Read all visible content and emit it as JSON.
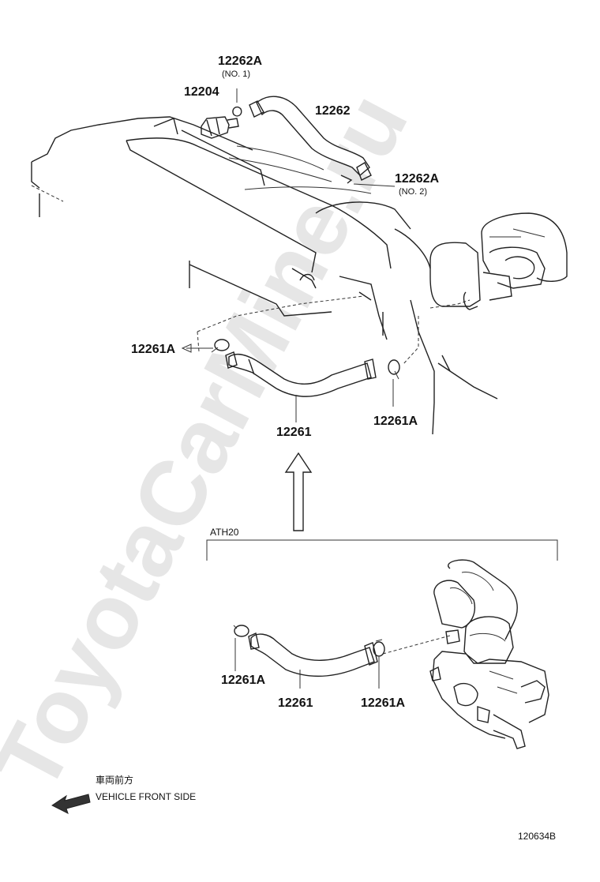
{
  "watermark": "ToyotaCarMine.ru",
  "labels": {
    "p12262a_no1": "12262A",
    "p12262a_no1_sub": "(NO. 1)",
    "p12204": "12204",
    "p12262": "12262",
    "p12262a_no2": "12262A",
    "p12262a_no2_sub": "(NO. 2)",
    "p12261a_left": "12261A",
    "p12261a_right": "12261A",
    "p12261_top": "12261",
    "variant": "ATH20",
    "p12261a_bl": "12261A",
    "p12261_bottom": "12261",
    "p12261a_br": "12261A"
  },
  "direction": {
    "jp": "車両前方",
    "en": "VEHICLE FRONT SIDE"
  },
  "diagram_id": "120634B"
}
